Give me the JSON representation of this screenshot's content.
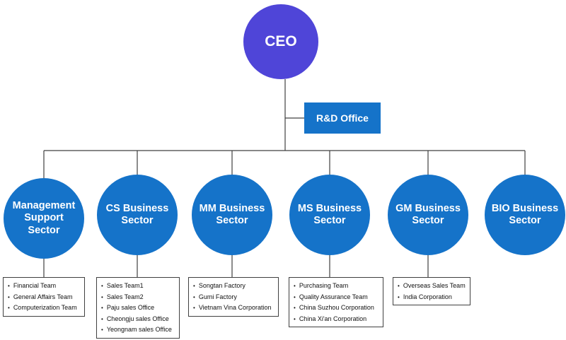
{
  "ceo": {
    "label": "CEO"
  },
  "rnd_office": {
    "label": "R&D Office"
  },
  "sectors": [
    {
      "label": "Management Support Sector",
      "teams": [
        "Financial Team",
        "General Affairs Team",
        "Computerization Team"
      ]
    },
    {
      "label": "CS Business Sector",
      "teams": [
        "Sales Team1",
        "Sales Team2",
        "Paju sales Office",
        "Cheongju sales Office",
        "Yeongnam sales Office"
      ]
    },
    {
      "label": "MM Business Sector",
      "teams": [
        "Songtan Factory",
        "Gumi Factory",
        "Vietnam Vina Corporation"
      ]
    },
    {
      "label": "MS Business Sector",
      "teams": [
        "Purchasing Team",
        "Quality Assurance Team",
        "China Suzhou Corporation",
        "China Xi'an Corporation"
      ]
    },
    {
      "label": "GM Business Sector",
      "teams": [
        "Overseas Sales Team",
        "India Corporation"
      ]
    },
    {
      "label": "BIO Business Sector",
      "teams": []
    }
  ],
  "colors": {
    "ceo": "#4f45d8",
    "sector": "#1573c9",
    "line": "#404040"
  }
}
